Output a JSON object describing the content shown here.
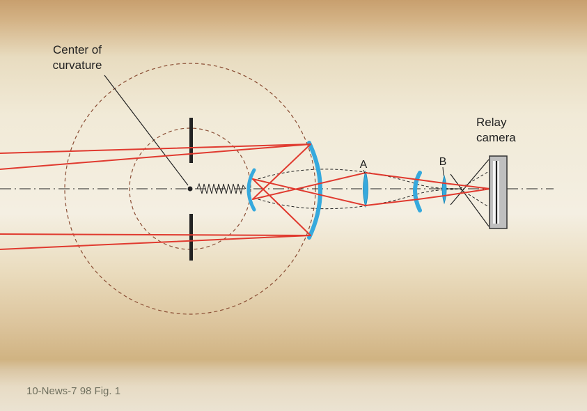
{
  "diagram": {
    "center_of_curvature_label": {
      "line1": "Center of",
      "line2": "curvature"
    },
    "relay_camera_label": {
      "line1": "Relay",
      "line2": "camera"
    },
    "lens_a_label": "A",
    "lens_b_label": "B",
    "caption": "10-News-7 98 Fig. 1",
    "colors": {
      "ray_red": "#e03a2f",
      "optic_blue": "#36a9dd",
      "optic_blue_dark": "#1585b5",
      "circle_brown": "#8a4d34",
      "ink_black": "#222222",
      "camera_gray": "#bfbfbf",
      "camera_slot_white": "#f4f4f4",
      "caption_gray": "#70705f",
      "bg_tan_top": "#c89f6e",
      "bg_cream": "#f4efe2",
      "bg_tan_lower": "#d2b584",
      "bg_bottom": "#ebe3d2"
    }
  }
}
